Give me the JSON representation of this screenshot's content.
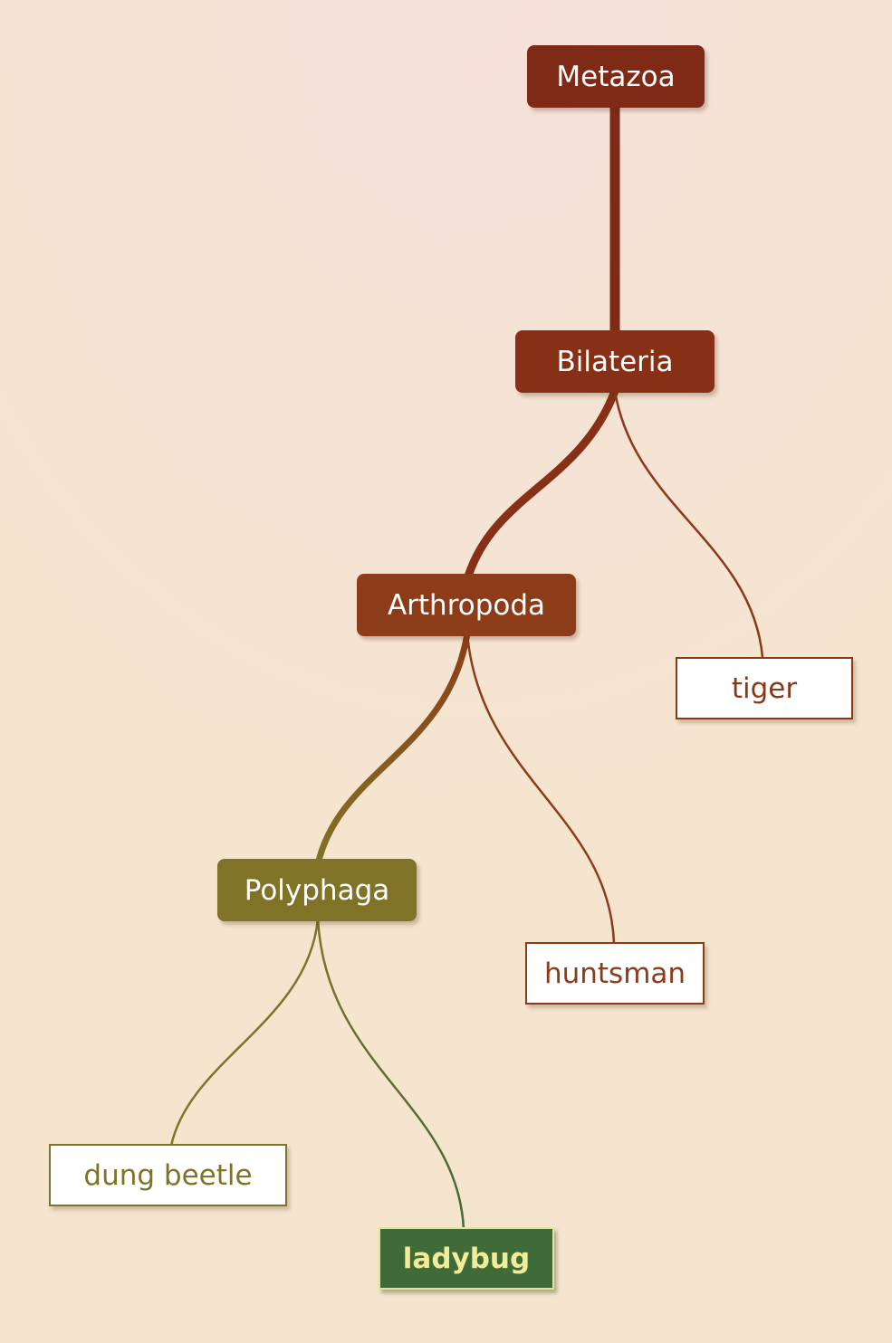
{
  "tree": {
    "metazoa": {
      "label": "Metazoa",
      "color": "#7f2a16"
    },
    "bilateria": {
      "label": "Bilateria",
      "color": "#873016"
    },
    "arthropoda": {
      "label": "Arthropoda",
      "color": "#8c3c18"
    },
    "polyphaga": {
      "label": "Polyphaga",
      "color": "#807327"
    },
    "tiger": {
      "label": "tiger",
      "color": "#8c3818"
    },
    "huntsman": {
      "label": "huntsman",
      "color": "#8c3c18"
    },
    "dung_beetle": {
      "label": "dung beetle",
      "color": "#807327"
    },
    "ladybug": {
      "label": "ladybug",
      "color": "#3f6b38",
      "text_color": "#f2ec98"
    }
  },
  "edges": [
    {
      "from": "metazoa",
      "to": "bilateria",
      "style": "trunk"
    },
    {
      "from": "bilateria",
      "to": "arthropoda",
      "style": "trunk"
    },
    {
      "from": "bilateria",
      "to": "tiger",
      "style": "thin"
    },
    {
      "from": "arthropoda",
      "to": "polyphaga",
      "style": "trunk"
    },
    {
      "from": "arthropoda",
      "to": "huntsman",
      "style": "thin"
    },
    {
      "from": "polyphaga",
      "to": "dung_beetle",
      "style": "thin"
    },
    {
      "from": "polyphaga",
      "to": "ladybug",
      "style": "thin"
    }
  ]
}
